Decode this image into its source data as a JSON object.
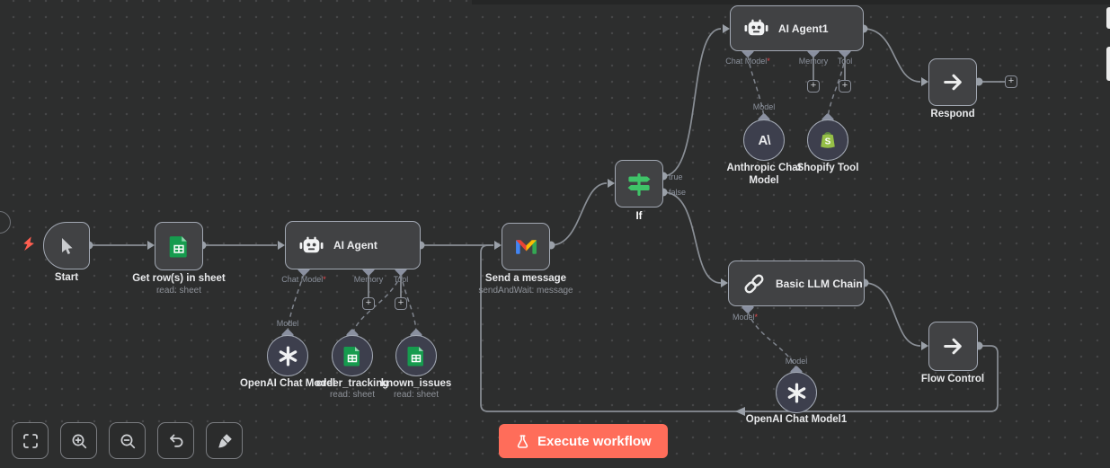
{
  "execute_button": {
    "label": "Execute workflow",
    "icon": "flask-icon",
    "color": "#ff6d5a"
  },
  "toolbar": {
    "buttons": [
      {
        "icon": "zoom-to-fit-icon"
      },
      {
        "icon": "zoom-in-icon"
      },
      {
        "icon": "zoom-out-icon"
      },
      {
        "icon": "undo-icon"
      },
      {
        "icon": "tidy-up-icon"
      }
    ]
  },
  "port_labels": {
    "chat_model": "Chat Model",
    "memory": "Memory",
    "tool": "Tool",
    "model": "Model",
    "required_marker": "*"
  },
  "wire_labels": {
    "if_true": "true",
    "if_false": "false"
  },
  "nodes": {
    "start": {
      "label": "Start",
      "icon": "cursor-icon"
    },
    "get_rows": {
      "label": "Get row(s) in sheet",
      "sublabel": "read: sheet",
      "icon": "google-sheets-icon"
    },
    "ai_agent": {
      "label": "AI Agent",
      "icon": "robot-icon",
      "ports": [
        "Chat Model",
        "Memory",
        "Tool"
      ]
    },
    "openai_chat_model": {
      "label": "OpenAI Chat Model",
      "icon": "openai-icon"
    },
    "order_tracking": {
      "label": "order_tracking",
      "sublabel": "read: sheet",
      "icon": "google-sheets-icon"
    },
    "known_issues": {
      "label": "known_issues",
      "sublabel": "read: sheet",
      "icon": "google-sheets-icon"
    },
    "send_message": {
      "label": "Send a message",
      "sublabel": "sendAndWait: message",
      "icon": "gmail-icon"
    },
    "if": {
      "label": "If",
      "icon": "signpost-icon",
      "outputs": [
        "true",
        "false"
      ]
    },
    "ai_agent1": {
      "label": "AI Agent1",
      "icon": "robot-icon",
      "ports": [
        "Chat Model",
        "Memory",
        "Tool"
      ]
    },
    "anthropic_chat_model": {
      "label": "Anthropic Chat Model",
      "icon": "anthropic-icon"
    },
    "shopify_tool": {
      "label": "Shopify Tool",
      "icon": "shopify-icon"
    },
    "respond": {
      "label": "Respond",
      "icon": "arrow-right-icon"
    },
    "basic_llm_chain": {
      "label": "Basic LLM Chain",
      "icon": "chain-icon",
      "ports": [
        "Model"
      ]
    },
    "openai_chat_model1": {
      "label": "OpenAI Chat Model1",
      "icon": "openai-icon"
    },
    "flow_control": {
      "label": "Flow Control",
      "icon": "arrow-right-icon"
    }
  },
  "colors": {
    "canvas_bg": "#2d2e2e",
    "node_bg": "#414244",
    "node_border": "#a2a8b3",
    "wire": "#8a8f96",
    "accent": "#ff6d5a",
    "if_green": "#3fc368",
    "sheets_green": "#169b4e",
    "shopify_green": "#95bf47"
  }
}
